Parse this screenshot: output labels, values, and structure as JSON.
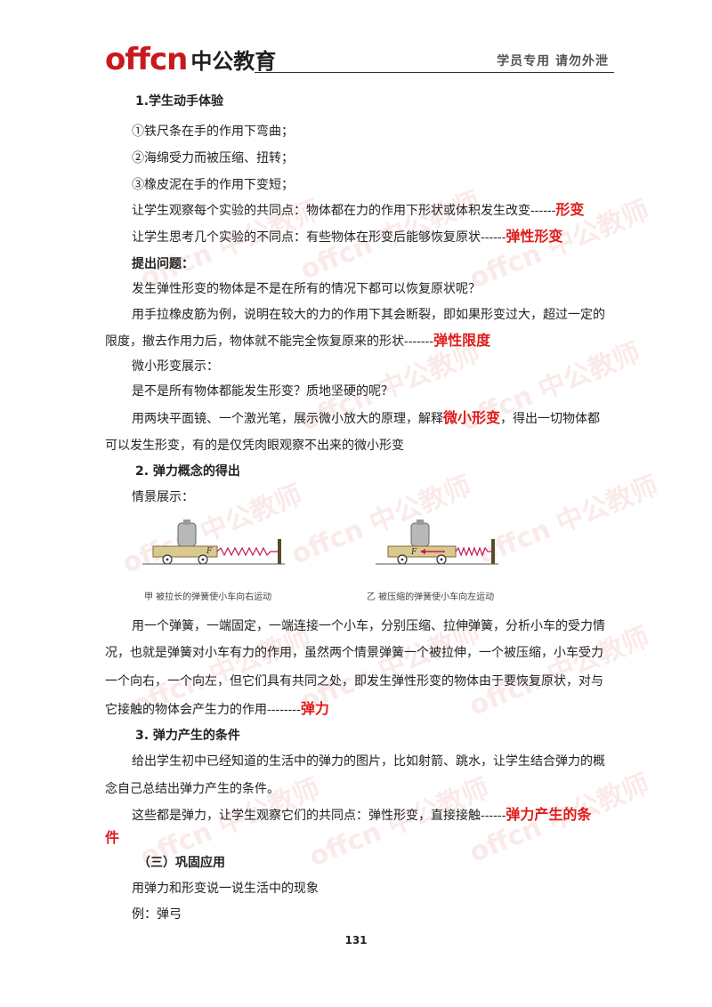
{
  "header": {
    "logo_en": "offcn",
    "logo_cn": "中公教育",
    "right": "学员专用  请勿外泄"
  },
  "watermark": "offcn 中公教师",
  "sections": {
    "s1": {
      "title": "1.学生动手体验",
      "items": [
        "①铁尺条在手的作用下弯曲；",
        "②海绵受力而被压缩、扭转；",
        "③橡皮泥在手的作用下变短；"
      ],
      "common": "让学生观察每个实验的共同点：物体都在力的作用下形状或体积发生改变------",
      "common_hl": "形变",
      "diff": "让学生思考几个实验的不同点：有些物体在形变后能够恢复原状------",
      "diff_hl": "弹性形变",
      "question_title": "提出问题：",
      "question": "发生弹性形变的物体是不是在所有的情况下都可以恢复原状呢？",
      "p1_l1": "用手拉橡皮筋为例，说明在较大的力的作用下其会断裂，即如果形变过大，超过一定的",
      "p1_l2": "限度，撤去作用力后，物体就不能完全恢复原来的形状-------",
      "p1_hl": "弹性限度",
      "micro_title": "微小形变展示：",
      "micro_q": "是不是所有物体都能发生形变？质地坚硬的呢？",
      "p2_l1a": "用两块平面镜、一个激光笔，展示微小放大的原理，解释",
      "p2_hl": "微小形变",
      "p2_l1b": "，得出一切物体都",
      "p2_l2": "可以发生形变，有的是仅凭肉眼观察不出来的微小形变"
    },
    "s2": {
      "title": "2.  弹力概念的得出",
      "scene": "情景展示：",
      "fig_a_caption": "甲  被拉长的弹簧使小车向右运动",
      "fig_b_caption": "乙  被压缩的弹簧使小车向左运动",
      "fig_a_force": "F",
      "fig_b_force": "F",
      "p_l1": "用一个弹簧，一端固定，一端连接一个小车，分别压缩、拉伸弹簧，分析小车的受力情",
      "p_l2": "况，也就是弹簧对小车有力的作用，虽然两个情景弹簧一个被拉伸，一个被压缩，小车受力",
      "p_l3": "一个向右，一个向左，但它们具有共同之处，即发生弹性形变的物体由于要恢复原状，对与",
      "p_l4": "它接触的物体会产生力的作用--------",
      "p_hl": "弹力"
    },
    "s3": {
      "title": "3.  弹力产生的条件",
      "p1_l1": "给出学生初中已经知道的生活中的弹力的图片，比如射箭、跳水，让学生结合弹力的概",
      "p1_l2": "念自己总结出弹力产生的条件。",
      "p2_l1": "这些都是弹力，让学生观察它们的共同点：弹性形变，直接接触------",
      "p2_hl_a": "弹力产生的条",
      "p2_hl_b": "件"
    },
    "s4": {
      "title": "（三）巩固应用",
      "l1": "用弹力和形变说一说生活中的现象",
      "l2": "例：弹弓"
    }
  },
  "page_number": "131"
}
